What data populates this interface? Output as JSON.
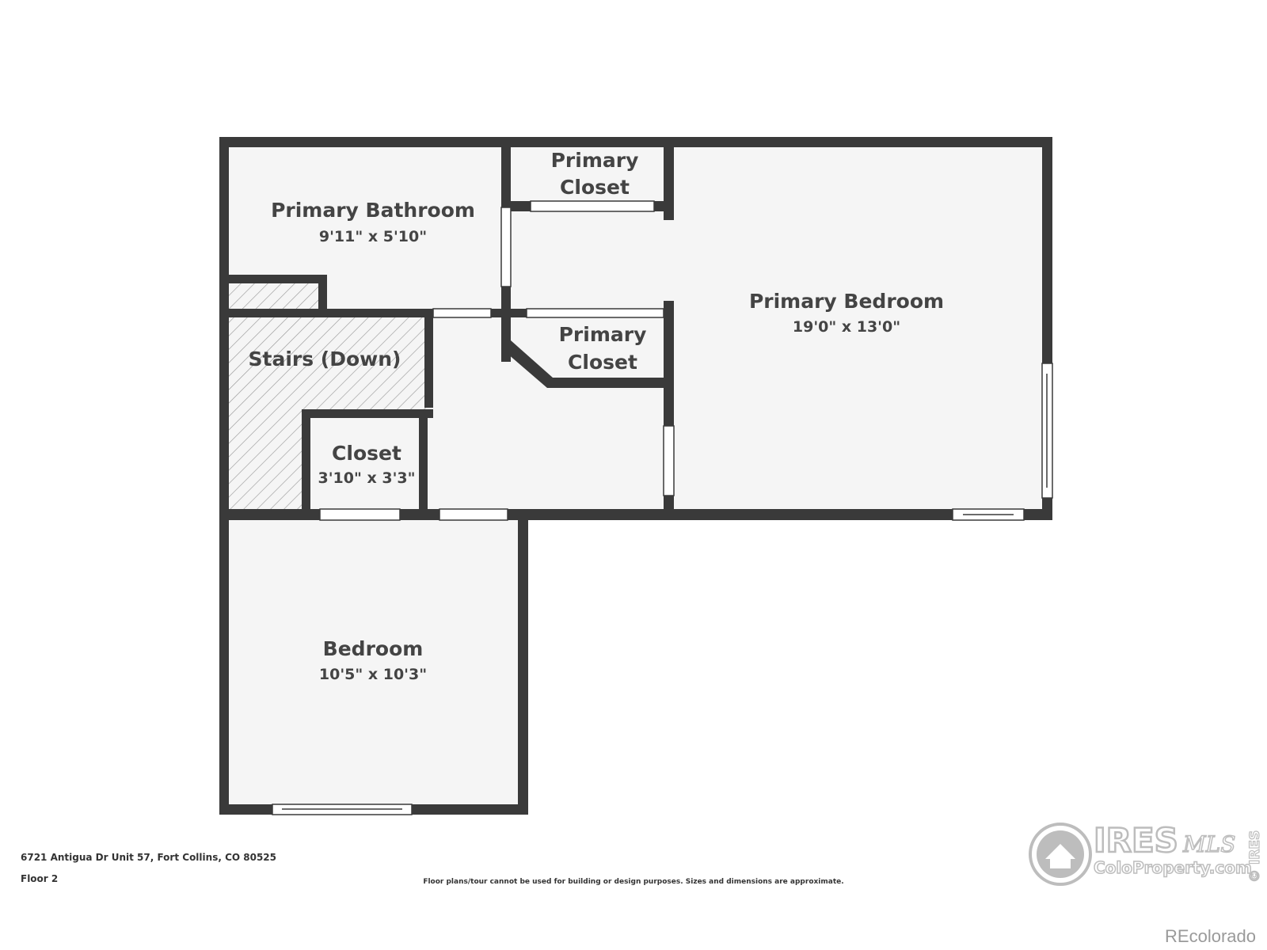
{
  "rooms": {
    "primary_bathroom": {
      "name": "Primary Bathroom",
      "dims": "9'11\" x 5'10\""
    },
    "primary_closet_top": {
      "line1": "Primary",
      "line2": "Closet"
    },
    "primary_bedroom": {
      "name": "Primary Bedroom",
      "dims": "19'0\" x 13'0\""
    },
    "primary_closet_mid": {
      "line1": "Primary",
      "line2": "Closet"
    },
    "stairs": {
      "name": "Stairs (Down)"
    },
    "closet": {
      "name": "Closet",
      "dims": "3'10\" x 3'3\""
    },
    "bedroom": {
      "name": "Bedroom",
      "dims": "10'5\" x 10'3\""
    }
  },
  "footer": {
    "address": "6721 Antigua Dr Unit 57, Fort Collins, CO 80525",
    "floor": "Floor 2",
    "disclaimer": "Floor plans/tour cannot be used for building or design purposes. Sizes and dimensions are approximate."
  },
  "logo": {
    "ires": "IRES",
    "mls": "MLS",
    "coloproperty": "ColoProperty.com",
    "side": "© IRES"
  },
  "watermark": "REcolorado",
  "colors": {
    "wall": "#3a3a3a",
    "floor": "#f5f5f5",
    "text": "#444444"
  }
}
